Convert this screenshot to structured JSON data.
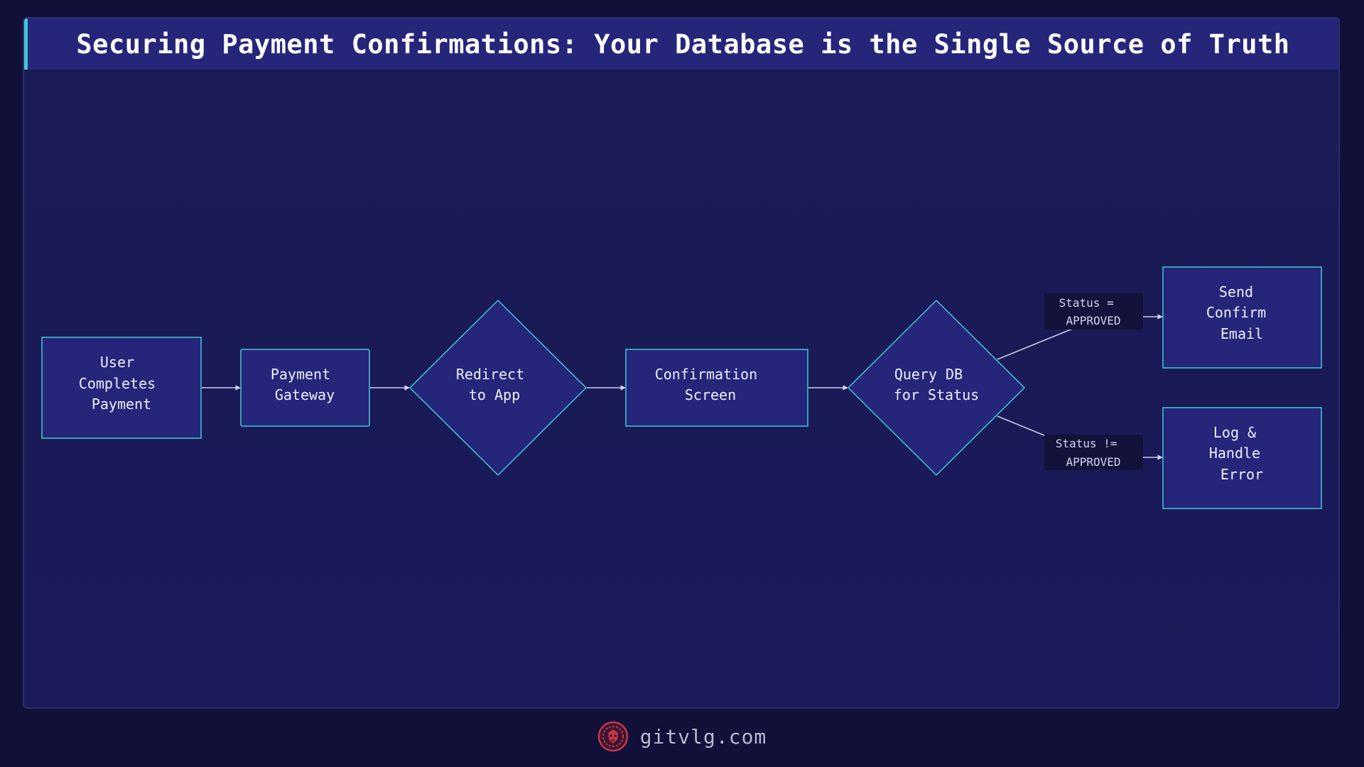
{
  "title": "Securing Payment Confirmations: Your Database is the Single Source of Truth",
  "colors": {
    "background": "#101039",
    "panel": "#1b1b56",
    "title_bar": "#25267a",
    "accent": "#3ec9d6",
    "node_fill": "#25257a",
    "edge_label_bg": "#12123a",
    "logo": "#c8364a"
  },
  "nodes": {
    "user_completes_payment": {
      "shape": "rectangle",
      "lines": [
        "User",
        "Completes",
        "Payment"
      ]
    },
    "payment_gateway": {
      "shape": "rectangle",
      "lines": [
        "Payment",
        "Gateway"
      ]
    },
    "redirect_to_app": {
      "shape": "diamond",
      "lines": [
        "Redirect",
        "to App"
      ]
    },
    "confirmation_screen": {
      "shape": "rectangle",
      "lines": [
        "Confirmation",
        "Screen"
      ]
    },
    "query_db_for_status": {
      "shape": "diamond",
      "lines": [
        "Query DB",
        "for Status"
      ]
    },
    "send_confirm_email": {
      "shape": "rectangle",
      "lines": [
        "Send",
        "Confirm",
        "Email"
      ]
    },
    "log_handle_error": {
      "shape": "rectangle",
      "lines": [
        "Log &",
        "Handle",
        "Error"
      ]
    }
  },
  "edges": [
    {
      "from": "user_completes_payment",
      "to": "payment_gateway",
      "label": ""
    },
    {
      "from": "payment_gateway",
      "to": "redirect_to_app",
      "label": ""
    },
    {
      "from": "redirect_to_app",
      "to": "confirmation_screen",
      "label": ""
    },
    {
      "from": "confirmation_screen",
      "to": "query_db_for_status",
      "label": ""
    },
    {
      "from": "query_db_for_status",
      "to": "send_confirm_email",
      "label_lines": [
        "Status =",
        "APPROVED"
      ]
    },
    {
      "from": "query_db_for_status",
      "to": "log_handle_error",
      "label_lines": [
        "Status !=",
        "APPROVED"
      ]
    }
  ],
  "footer": {
    "logo_icon": "lion-head-icon",
    "site": "gitvlg.com"
  }
}
